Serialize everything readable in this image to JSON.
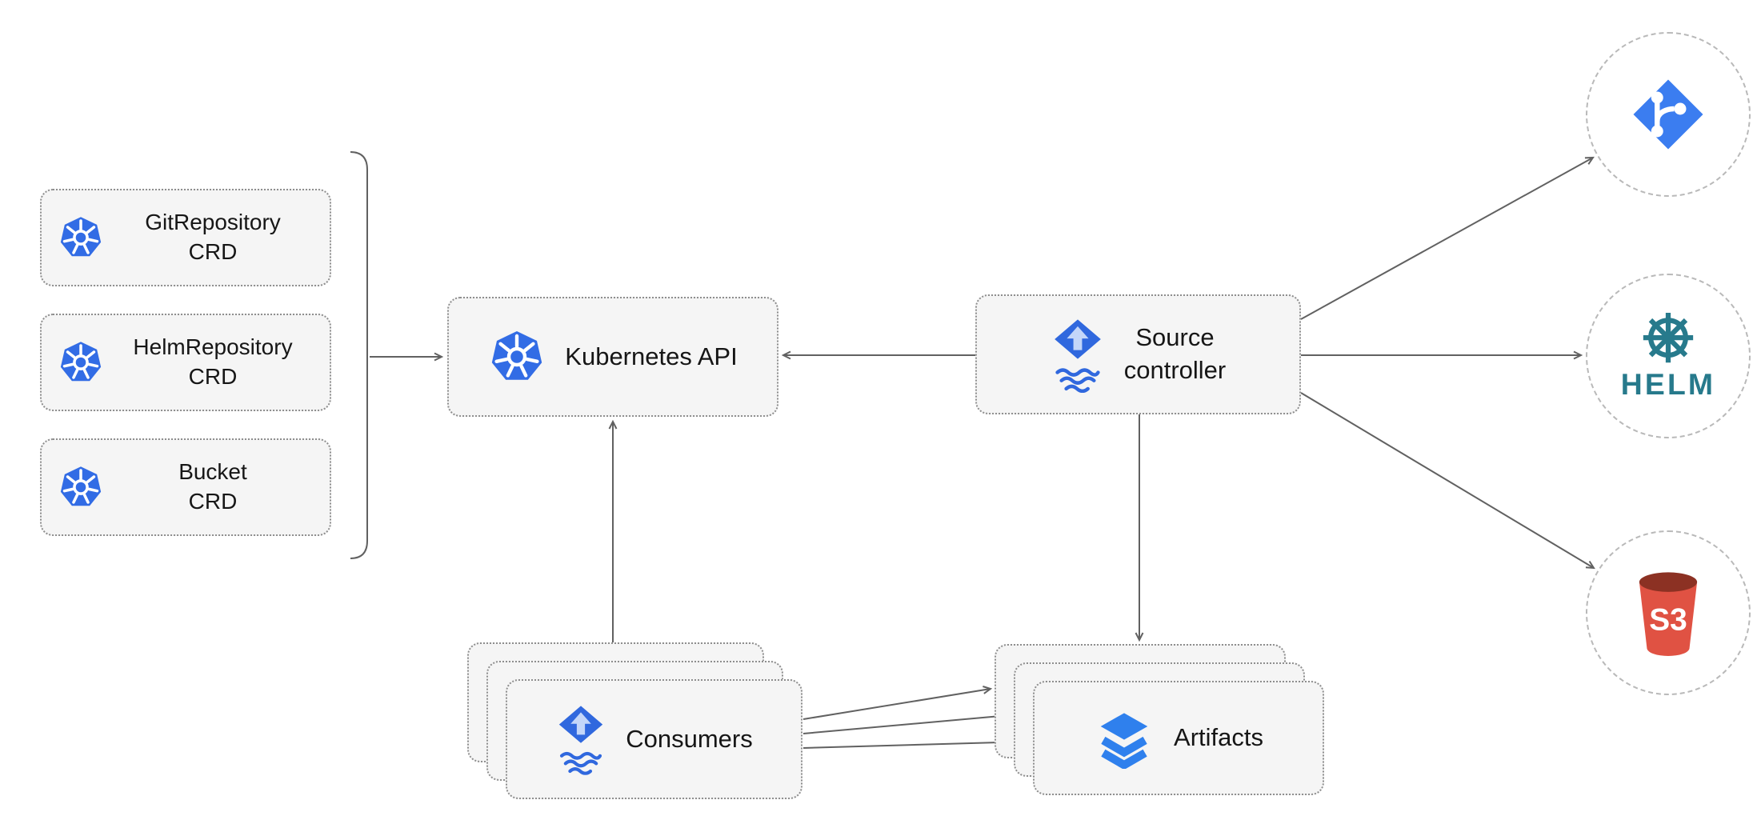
{
  "nodes": {
    "git_repository_crd": {
      "label": "GitRepository\nCRD",
      "icon": "kubernetes-icon"
    },
    "helm_repository_crd": {
      "label": "HelmRepository\nCRD",
      "icon": "kubernetes-icon"
    },
    "bucket_crd": {
      "label": "Bucket\nCRD",
      "icon": "kubernetes-icon"
    },
    "kubernetes_api": {
      "label": "Kubernetes API",
      "icon": "kubernetes-icon"
    },
    "source_controller": {
      "label": "Source\ncontroller",
      "icon": "flux-icon"
    },
    "consumers": {
      "label": "Consumers",
      "icon": "flux-icon"
    },
    "artifacts": {
      "label": "Artifacts",
      "icon": "layers-icon"
    },
    "git_remote": {
      "icon": "git-icon"
    },
    "helm_remote": {
      "label": "HELM",
      "icon": "helm-icon"
    },
    "s3_remote": {
      "label": "S3",
      "icon": "s3-bucket-icon"
    }
  },
  "edges": [
    {
      "from": "crd-group",
      "to": "kubernetes-api"
    },
    {
      "from": "source-controller",
      "to": "kubernetes-api"
    },
    {
      "from": "source-controller",
      "to": "git-remote"
    },
    {
      "from": "source-controller",
      "to": "helm-remote"
    },
    {
      "from": "source-controller",
      "to": "s3-remote"
    },
    {
      "from": "source-controller",
      "to": "artifacts"
    },
    {
      "from": "consumers",
      "to": "kubernetes-api"
    },
    {
      "from": "consumers",
      "to": "artifacts",
      "count": 3
    }
  ],
  "colors": {
    "kubernetes_blue": "#326CE5",
    "flux_blue": "#3068DE",
    "flux_arrow": "#C3D6F9",
    "git_blue": "#3B7DF0",
    "helm_teal": "#277A8C",
    "s3_red": "#E05243",
    "s3_rim_red": "#8C3123",
    "layers_blue": "#2F80ED",
    "node_fill": "#F5F5F5",
    "node_border": "#8E8E8E",
    "edge_gray": "#616161",
    "canvas_bg": "#FFFFFF"
  }
}
